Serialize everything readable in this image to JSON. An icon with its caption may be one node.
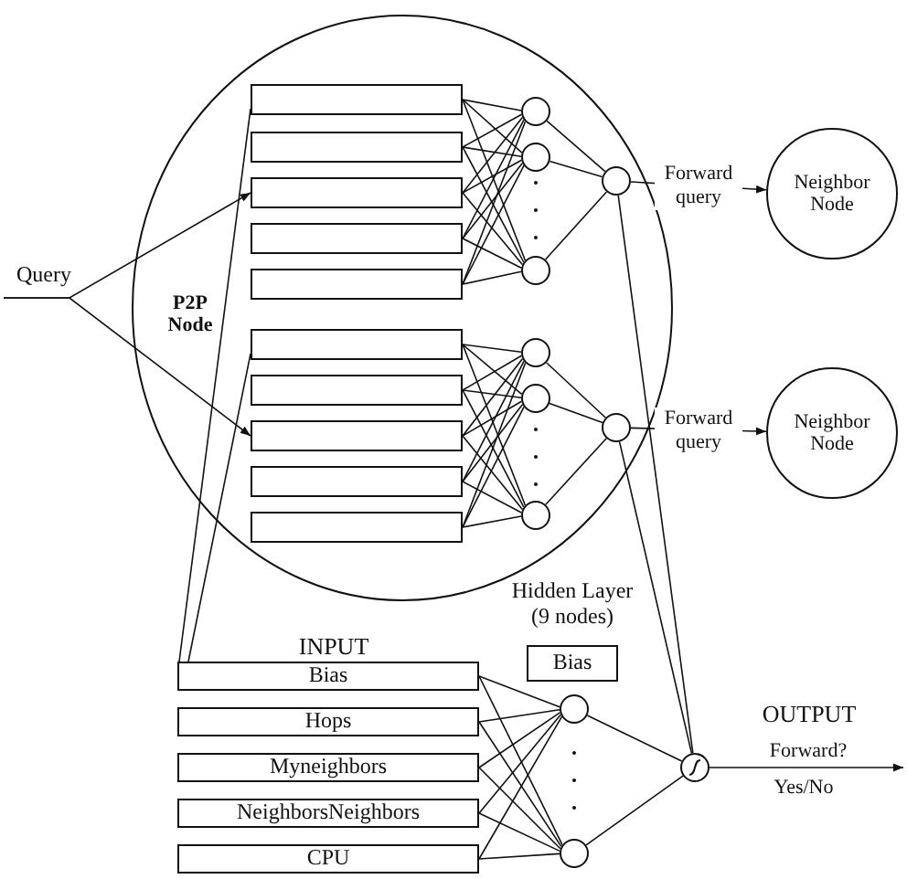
{
  "diagram": {
    "nodes": [
      {
        "text": [
          "Query"
        ]
      },
      {
        "text": [
          "P2P Node"
        ]
      },
      {
        "text": [],
        "shape": "box",
        "in": 1
      },
      {
        "text": [],
        "shape": "box",
        "in": 1
      },
      {
        "text": [],
        "shape": "box",
        "in": 1
      },
      {
        "text": [],
        "shape": "box",
        "in": 1
      },
      {
        "text": [],
        "shape": "box",
        "in": 1
      },
      {
        "text": [],
        "shape": "circle",
        "in": 1
      },
      {
        "text": [],
        "shape": "circle",
        "in": 1
      },
      {
        "text": [],
        "shape": "circle",
        "in": 1
      },
      {
        "text": [],
        "shape": "circle",
        "in": 1
      },
      {
        "text": [],
        "shape": "box",
        "in": 1
      },
      {
        "text": [],
        "shape": "box",
        "in": 1
      },
      {
        "text": [],
        "shape": "box",
        "in": 1
      },
      {
        "text": [],
        "shape": "box",
        "in": 1
      },
      {
        "text": [],
        "shape": "box",
        "in": 1
      },
      {
        "text": [],
        "shape": "circle",
        "in": 1
      },
      {
        "text": [],
        "shape": "circle",
        "in": 1
      },
      {
        "text": [],
        "shape": "circle",
        "in": 1
      },
      {
        "text": [],
        "shape": "circle",
        "in": 1
      },
      {
        "text": [
          "Neighbor Node"
        ]
      },
      {
        "text": [
          "Neighbor Node"
        ]
      },
      {
        "text": [
          "Bias"
        ]
      },
      {
        "text": [
          "Hops"
        ]
      },
      {
        "text": [
          "Myneighbors"
        ]
      },
      {
        "text": [
          "NeighborsNeighbors"
        ]
      },
      {
        "text": [
          "CPU"
        ]
      },
      {
        "text": [
          "Bias"
        ]
      },
      {
        "text": [],
        "shape": "circle"
      },
      {
        "text": [],
        "shape": "circle"
      },
      {
        "text": [],
        "shape": "circle"
      }
    ],
    "edges": [
      {
        "from": 0,
        "to": 4,
        "arrow": "to"
      },
      {
        "from": 0,
        "to": 13,
        "arrow": "to"
      },
      {
        "from": 2,
        "to": 7,
        "arrow": "none"
      },
      {
        "from": 2,
        "to": 8,
        "arrow": "none"
      },
      {
        "from": 2,
        "to": 9,
        "arrow": "none"
      },
      {
        "from": 3,
        "to": 7,
        "arrow": "none"
      },
      {
        "from": 3,
        "to": 8,
        "arrow": "none"
      },
      {
        "from": 3,
        "to": 9,
        "arrow": "none"
      },
      {
        "from": 4,
        "to": 7,
        "arrow": "none"
      },
      {
        "from": 4,
        "to": 8,
        "arrow": "none"
      },
      {
        "from": 4,
        "to": 9,
        "arrow": "none"
      },
      {
        "from": 5,
        "to": 7,
        "arrow": "none"
      },
      {
        "from": 5,
        "to": 8,
        "arrow": "none"
      },
      {
        "from": 5,
        "to": 9,
        "arrow": "none"
      },
      {
        "from": 6,
        "to": 7,
        "arrow": "none"
      },
      {
        "from": 6,
        "to": 8,
        "arrow": "none"
      },
      {
        "from": 6,
        "to": 9,
        "arrow": "none"
      },
      {
        "from": 7,
        "to": 10,
        "arrow": "none"
      },
      {
        "from": 8,
        "to": 10,
        "arrow": "none"
      },
      {
        "from": 9,
        "to": 10,
        "arrow": "none"
      },
      {
        "from": 10,
        "to": 20,
        "arrow": "to",
        "label": "Forward query"
      },
      {
        "from": 11,
        "to": 16,
        "arrow": "none"
      },
      {
        "from": 11,
        "to": 17,
        "arrow": "none"
      },
      {
        "from": 11,
        "to": 18,
        "arrow": "none"
      },
      {
        "from": 12,
        "to": 16,
        "arrow": "none"
      },
      {
        "from": 12,
        "to": 17,
        "arrow": "none"
      },
      {
        "from": 12,
        "to": 18,
        "arrow": "none"
      },
      {
        "from": 13,
        "to": 16,
        "arrow": "none"
      },
      {
        "from": 13,
        "to": 17,
        "arrow": "none"
      },
      {
        "from": 13,
        "to": 18,
        "arrow": "none"
      },
      {
        "from": 14,
        "to": 16,
        "arrow": "none"
      },
      {
        "from": 14,
        "to": 17,
        "arrow": "none"
      },
      {
        "from": 14,
        "to": 18,
        "arrow": "none"
      },
      {
        "from": 15,
        "to": 16,
        "arrow": "none"
      },
      {
        "from": 15,
        "to": 17,
        "arrow": "none"
      },
      {
        "from": 15,
        "to": 18,
        "arrow": "none"
      },
      {
        "from": 16,
        "to": 19,
        "arrow": "none"
      },
      {
        "from": 17,
        "to": 19,
        "arrow": "none"
      },
      {
        "from": 18,
        "to": 19,
        "arrow": "none"
      },
      {
        "from": 19,
        "to": 21,
        "arrow": "to",
        "label": "Forward query"
      },
      {
        "from": 2,
        "to": 22,
        "arrow": "none"
      },
      {
        "from": 11,
        "to": 22,
        "arrow": "none"
      },
      {
        "from": 10,
        "to": 30,
        "arrow": "none"
      },
      {
        "from": 19,
        "to": 30,
        "arrow": "none"
      },
      {
        "from": 22,
        "to": 28,
        "arrow": "none"
      },
      {
        "from": 22,
        "to": 29,
        "arrow": "none"
      },
      {
        "from": 23,
        "to": 28,
        "arrow": "none"
      },
      {
        "from": 23,
        "to": 29,
        "arrow": "none"
      },
      {
        "from": 24,
        "to": 28,
        "arrow": "none"
      },
      {
        "from": 24,
        "to": 29,
        "arrow": "none"
      },
      {
        "from": 25,
        "to": 28,
        "arrow": "none"
      },
      {
        "from": 25,
        "to": 29,
        "arrow": "none"
      },
      {
        "from": 26,
        "to": 28,
        "arrow": "none"
      },
      {
        "from": 26,
        "to": 29,
        "arrow": "none"
      },
      {
        "from": 28,
        "to": 30,
        "arrow": "none"
      },
      {
        "from": 29,
        "to": 30,
        "arrow": "none"
      },
      {
        "from": 30,
        "to": null,
        "arrow": "to",
        "label": "Forward?"
      }
    ],
    "labels": [
      "Hidden Layer (9 nodes)",
      "INPUT",
      "OUTPUT",
      "Yes/No"
    ]
  }
}
